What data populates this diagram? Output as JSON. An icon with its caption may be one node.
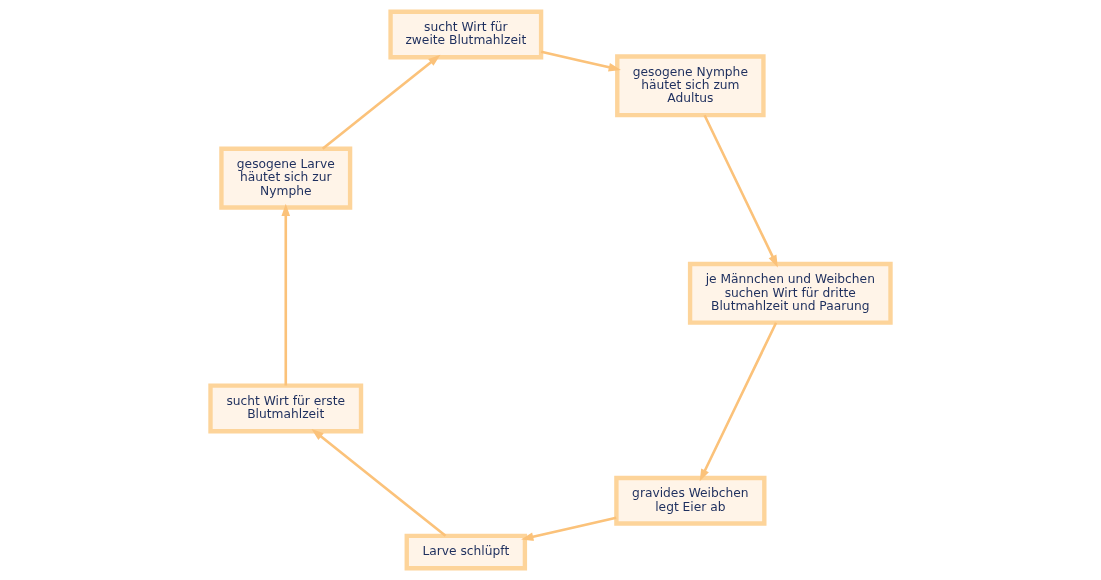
{
  "diagram": {
    "nodes": [
      {
        "text": [
          "gravides Weibchen legt Eier ab"
        ]
      },
      {
        "text": [
          "Larve schlüpft"
        ]
      },
      {
        "text": [
          "sucht Wirt für erste Blutmahlzeit"
        ]
      },
      {
        "text": [
          "gesogene Larve häutet sich zur Nymphe"
        ]
      },
      {
        "text": [
          "sucht Wirt für zweite Blutmahlzeit"
        ]
      },
      {
        "text": [
          "gesogene Nymphe häutet sich zum Adultus"
        ]
      },
      {
        "text": [
          "je Männchen und Weibchen suchen Wirt für dritte Blutmahlzeit und Paarung"
        ]
      }
    ],
    "edges": [
      {
        "from": 0,
        "to": 1,
        "arrow": "to"
      },
      {
        "from": 1,
        "to": 2,
        "arrow": "to"
      },
      {
        "from": 2,
        "to": 3,
        "arrow": "to"
      },
      {
        "from": 3,
        "to": 4,
        "arrow": "to"
      },
      {
        "from": 4,
        "to": 5,
        "arrow": "to"
      },
      {
        "from": 5,
        "to": 6,
        "arrow": "to"
      },
      {
        "from": 6,
        "to": 0,
        "arrow": "to"
      }
    ]
  }
}
